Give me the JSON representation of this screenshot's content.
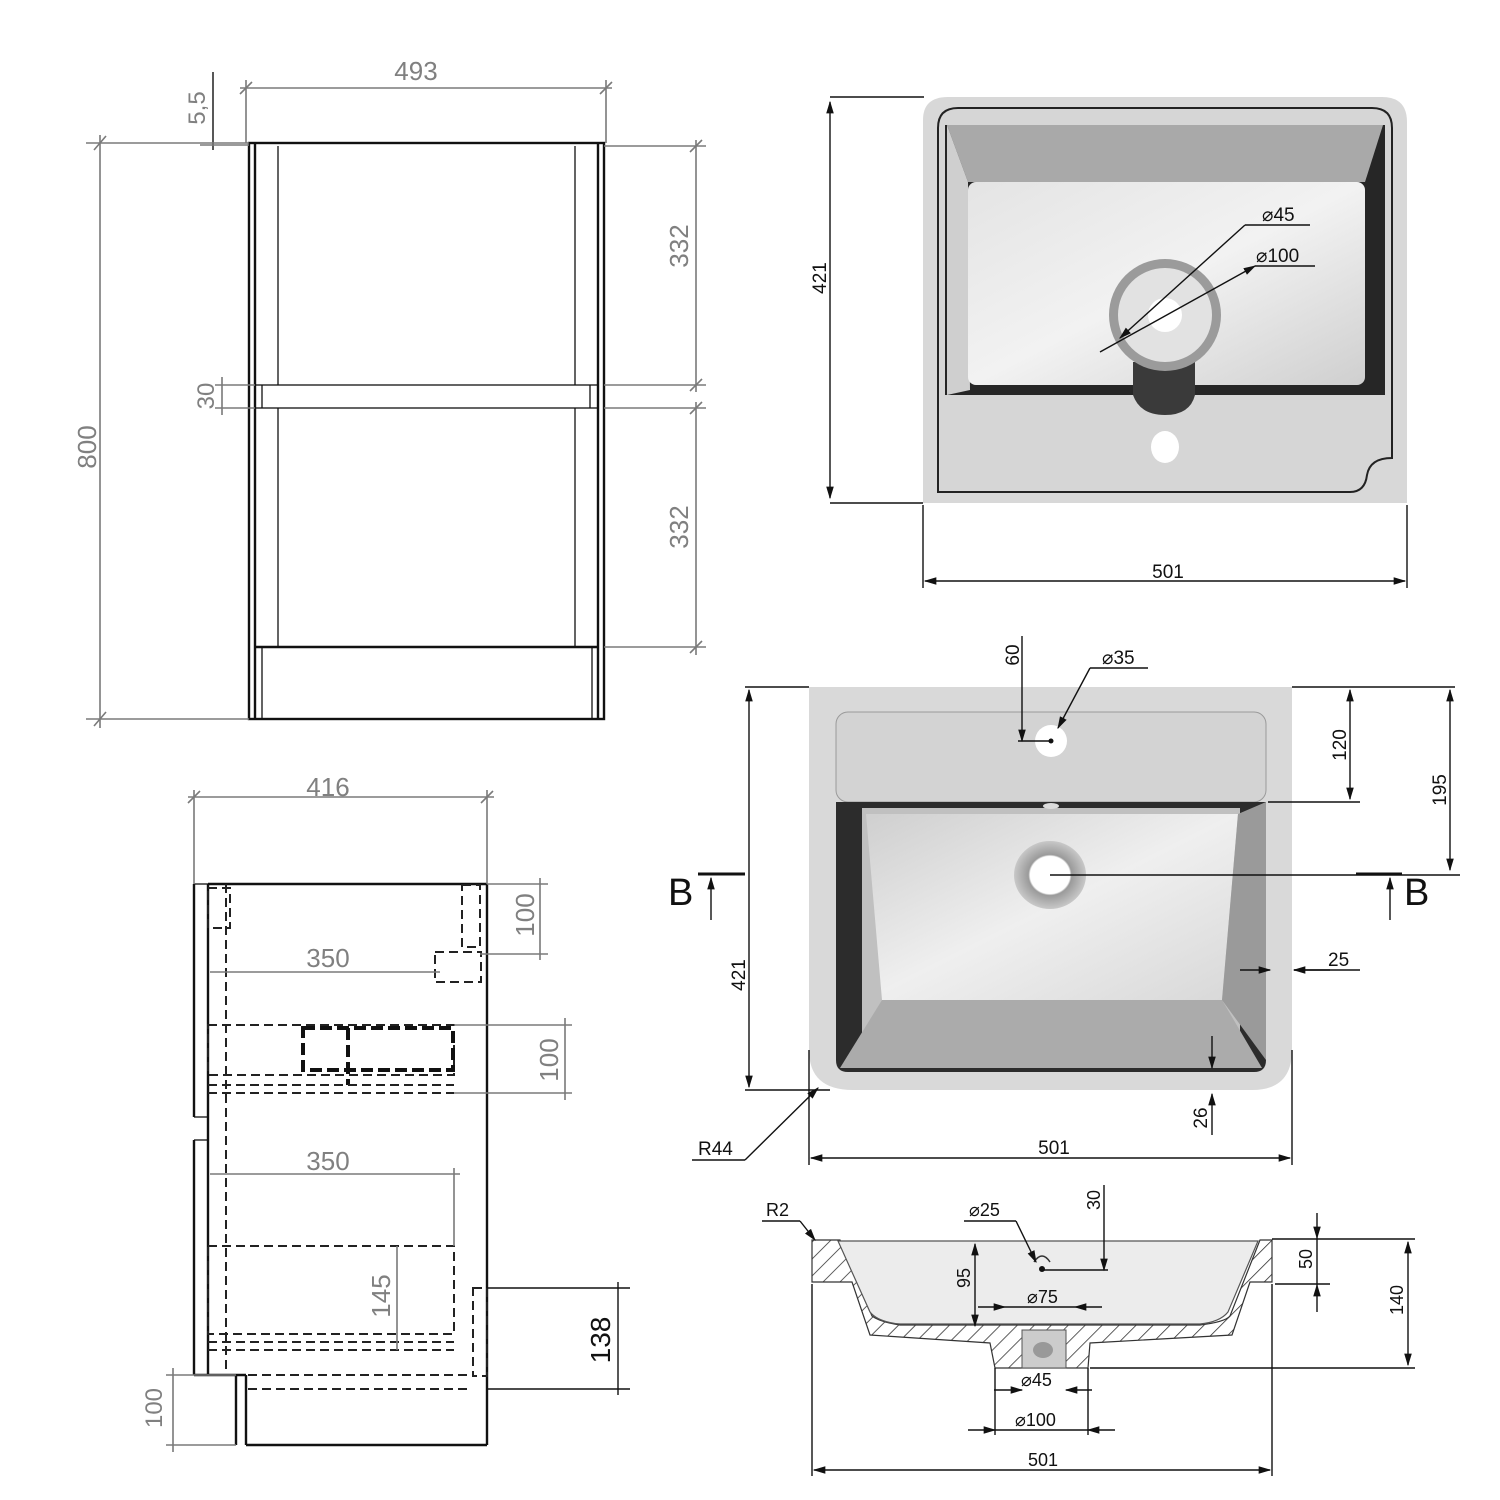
{
  "cabinet_front": {
    "width": "493",
    "top_gap": "5,5",
    "height": "800",
    "divider": "30",
    "drawer_top": "332",
    "drawer_bottom": "332"
  },
  "cabinet_side": {
    "depth": "416",
    "drawer1_depth": "350",
    "drawer2_depth": "350",
    "top_offset": "100",
    "drawer1_height": "100",
    "drawer2_height": "145",
    "plinth": "100",
    "bottom_clearance": "138"
  },
  "basin_top_view": {
    "depth": "421",
    "width": "501",
    "inner_drain": "⌀45",
    "outer_drain": "⌀100"
  },
  "basin_plan": {
    "tap_offset": "60",
    "tap_hole": "⌀35",
    "rim_to_drain": "120",
    "drain_from_back": "195",
    "depth": "421",
    "side_wall": "25",
    "front_wall": "26",
    "corner_radius": "R44",
    "width": "501",
    "section_left": "B",
    "section_right": "B"
  },
  "basin_section": {
    "edge_radius": "R2",
    "overflow_hole": "⌀25",
    "overflow_offset": "30",
    "bowl_depth": "95",
    "drain_top": "⌀75",
    "rim_thickness": "50",
    "total_height": "140",
    "drain_inner": "⌀45",
    "drain_outer": "⌀100",
    "width": "501"
  },
  "colors": {
    "dimension_gray": "#808080",
    "line_black": "#111111",
    "ceramic_light": "#d6d6d6",
    "ceramic_shadow": "#2a2a2a"
  }
}
